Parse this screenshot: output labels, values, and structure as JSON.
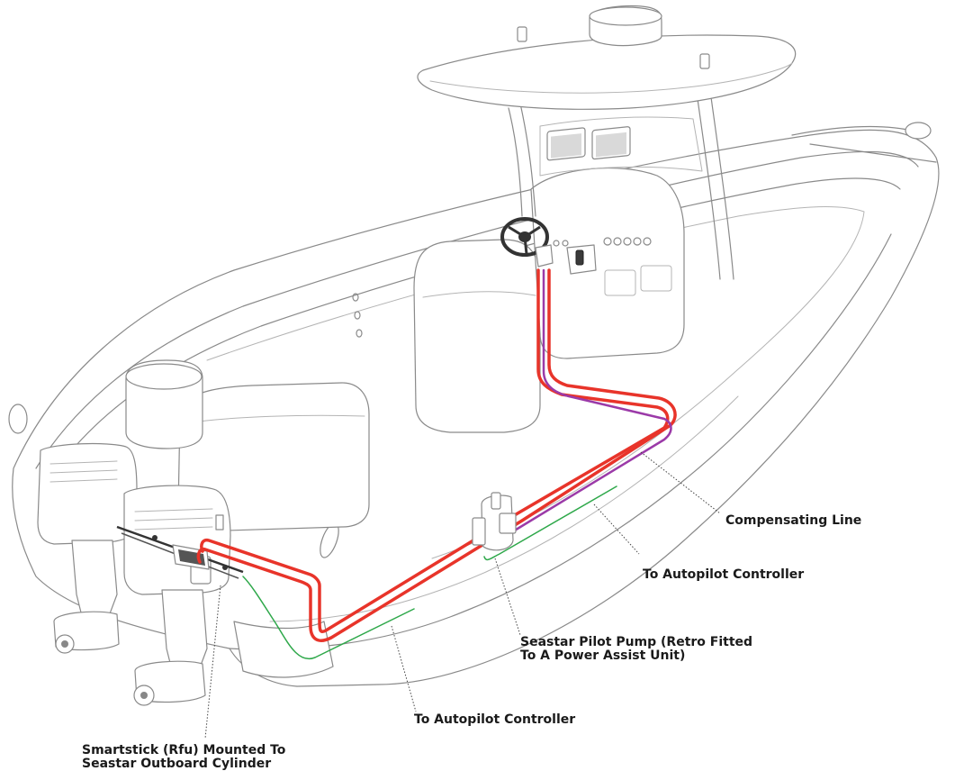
{
  "labels": {
    "compensating_line": "Compensating Line",
    "to_autopilot_upper": "To Autopilot Controller",
    "pilot_pump_line1": "Seastar Pilot Pump (Retro Fitted",
    "pilot_pump_line2": "To A Power Assist Unit)",
    "to_autopilot_lower": "To Autopilot Controller",
    "smartstick_line1": "Smartstick (Rfu) Mounted To",
    "smartstick_line2": "Seastar Outboard Cylinder"
  },
  "colors": {
    "hydraulic_line": "#e8342a",
    "compensating_line": "#9b3aa8",
    "controller_cable": "#2ea84a",
    "outline": "#8a8a8a"
  }
}
